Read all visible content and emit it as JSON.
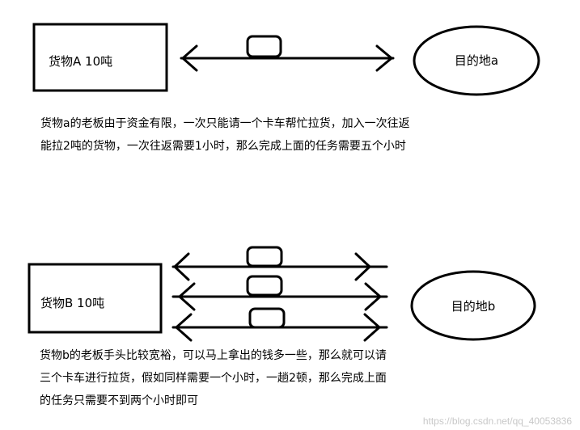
{
  "scenario_a": {
    "source_label": "货物A  10吨",
    "destination_label": "目的地a",
    "trucks": 1,
    "description_lines": [
      "货物a的老板由于资金有限，一次只能请一个卡车帮忙拉货，加入一次往返",
      "能拉2吨的货物，一次往返需要1小时，那么完成上面的任务需要五个小时"
    ]
  },
  "scenario_b": {
    "source_label": "货物B  10吨",
    "destination_label": "目的地b",
    "trucks": 3,
    "description_lines": [
      "货物b的老板手头比较宽裕，可以马上拿出的钱多一些，那么就可以请",
      "三个卡车进行拉货，假如同样需要一个小时，一趟2顿，那么完成上面",
      "的任务只需要不到两个小时即可"
    ]
  },
  "watermark": "https://blog.csdn.net/qq_40053836",
  "colors": {
    "stroke": "#000000",
    "background": "#ffffff",
    "watermark": "#c8c8c8"
  }
}
